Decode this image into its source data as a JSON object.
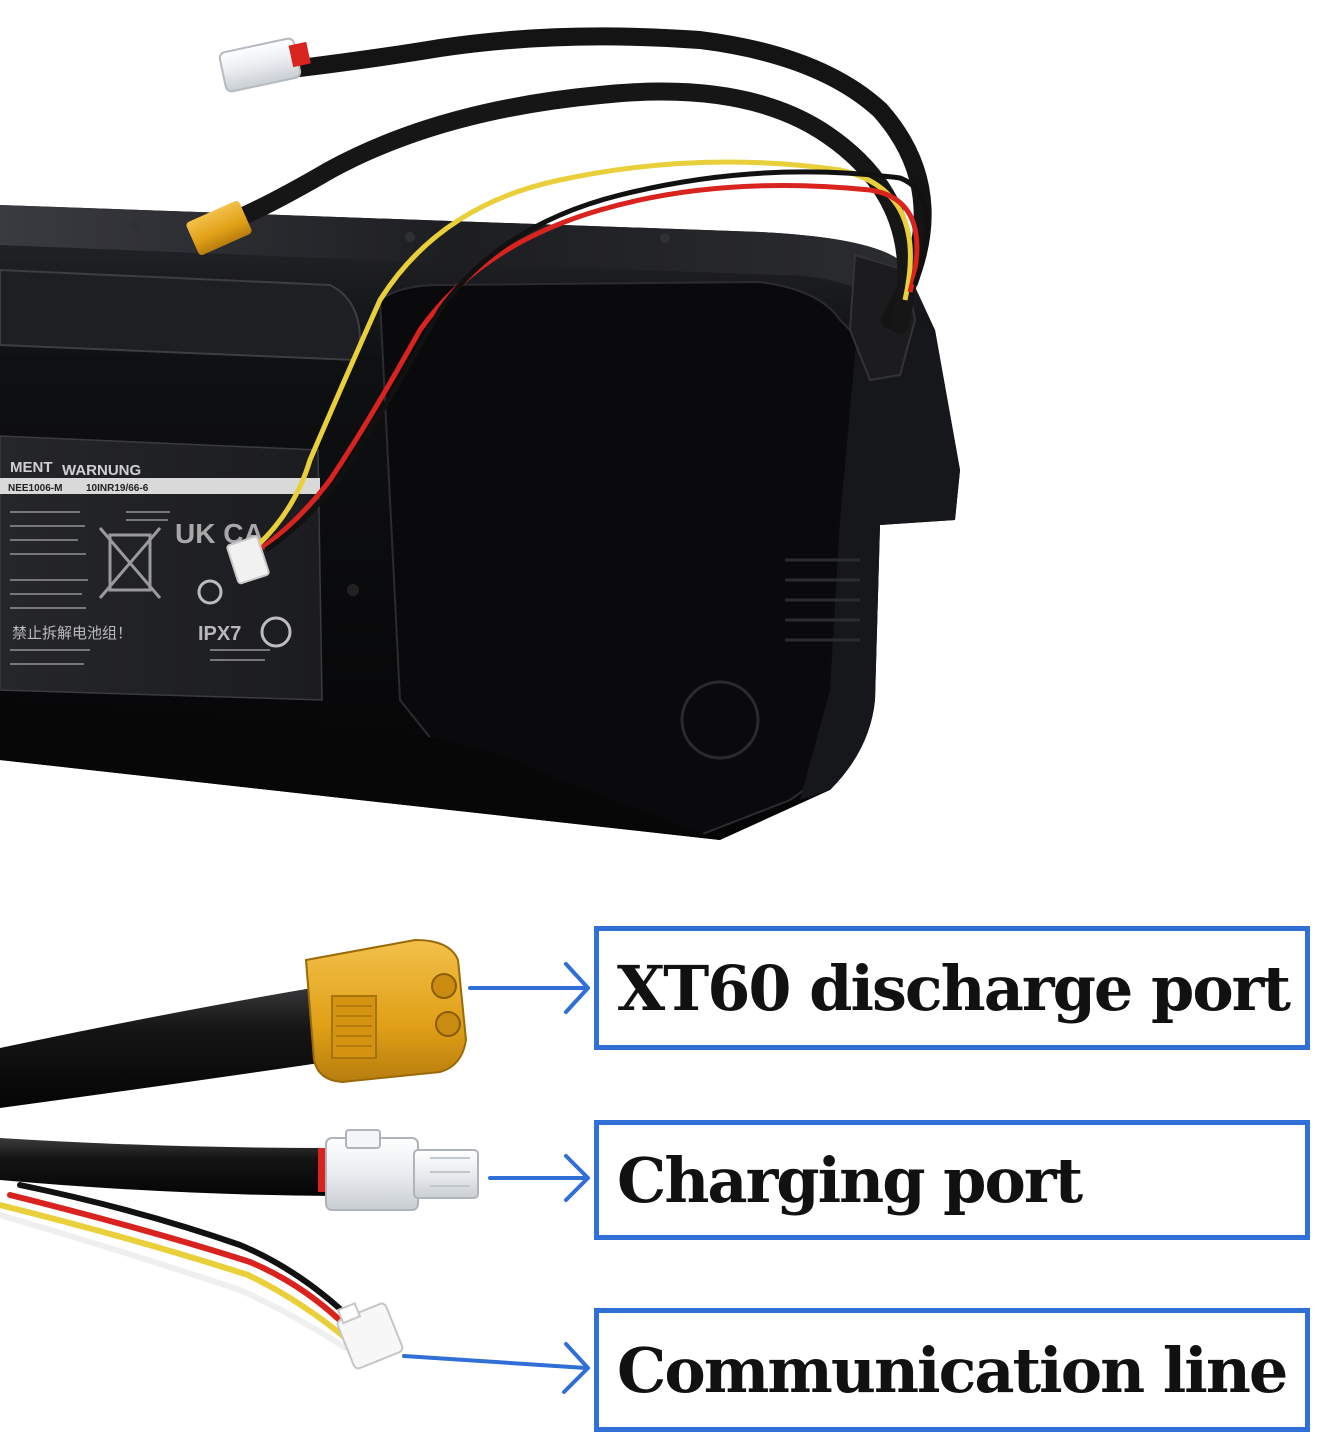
{
  "colors": {
    "callout_border": "#2f6fd6",
    "arrow": "#2f6fd6",
    "battery_body": "#0c0c0e",
    "xt60_yellow": "#e8a91a",
    "wire_red": "#d8231f",
    "wire_yellow": "#e9cf3a",
    "wire_black": "#111111"
  },
  "battery_label": {
    "heading_left": "MENT",
    "heading_right": "WARNUNG",
    "model_left": "NEE1006-M",
    "model_right": "10INR19/66-6",
    "marks": "UK CA",
    "ipx": "IPX7",
    "chinese_warning": "禁止拆解电池组！"
  },
  "callouts": [
    {
      "label": "XT60 discharge port",
      "icon": "arrow-right-icon"
    },
    {
      "label": "Charging port",
      "icon": "arrow-right-icon"
    },
    {
      "label": "Communication line",
      "icon": "arrow-right-icon"
    }
  ]
}
